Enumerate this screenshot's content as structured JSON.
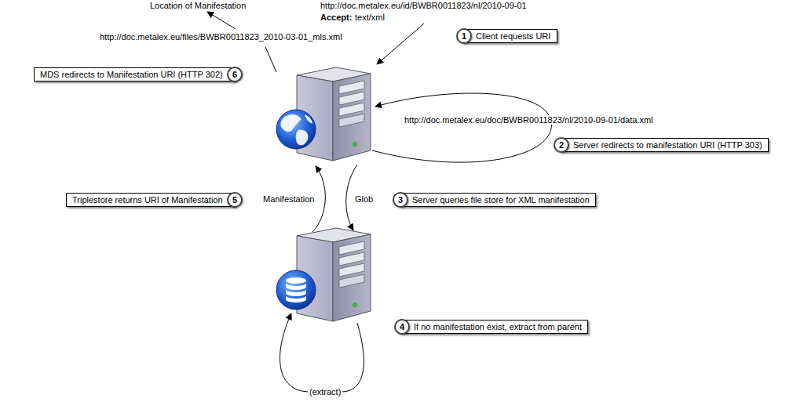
{
  "diagram": {
    "nodes": [
      {
        "text": [
          "1",
          "Client requests URI"
        ]
      },
      {
        "text": [
          "2",
          "Server redirects to manifestation URI (HTTP 303)"
        ]
      },
      {
        "text": [
          "3",
          "Server queries file store for XML manifestation"
        ]
      },
      {
        "text": [
          "4",
          "If no manifestation exist, extract from parent"
        ]
      },
      {
        "text": [
          "5",
          "Triplestore returns URI of Manifestation"
        ]
      },
      {
        "text": [
          "6",
          "MDS redirects to Manifestation URI (HTTP 302)"
        ]
      }
    ],
    "labels": [
      "Location of Manifestation",
      "http://doc.metalex.eu/files/BWBR0011823_2010-03-01_mls.xml",
      "http://doc.metalex.eu/id/BWBR0011823/nl/2010-09-01",
      "Accept:",
      "text/xml",
      "http://doc.metalex.eu/doc/BWBR0011823/nl/2010-09-01/data.xml",
      "Manifestation",
      "Glob",
      "(extract)"
    ]
  }
}
